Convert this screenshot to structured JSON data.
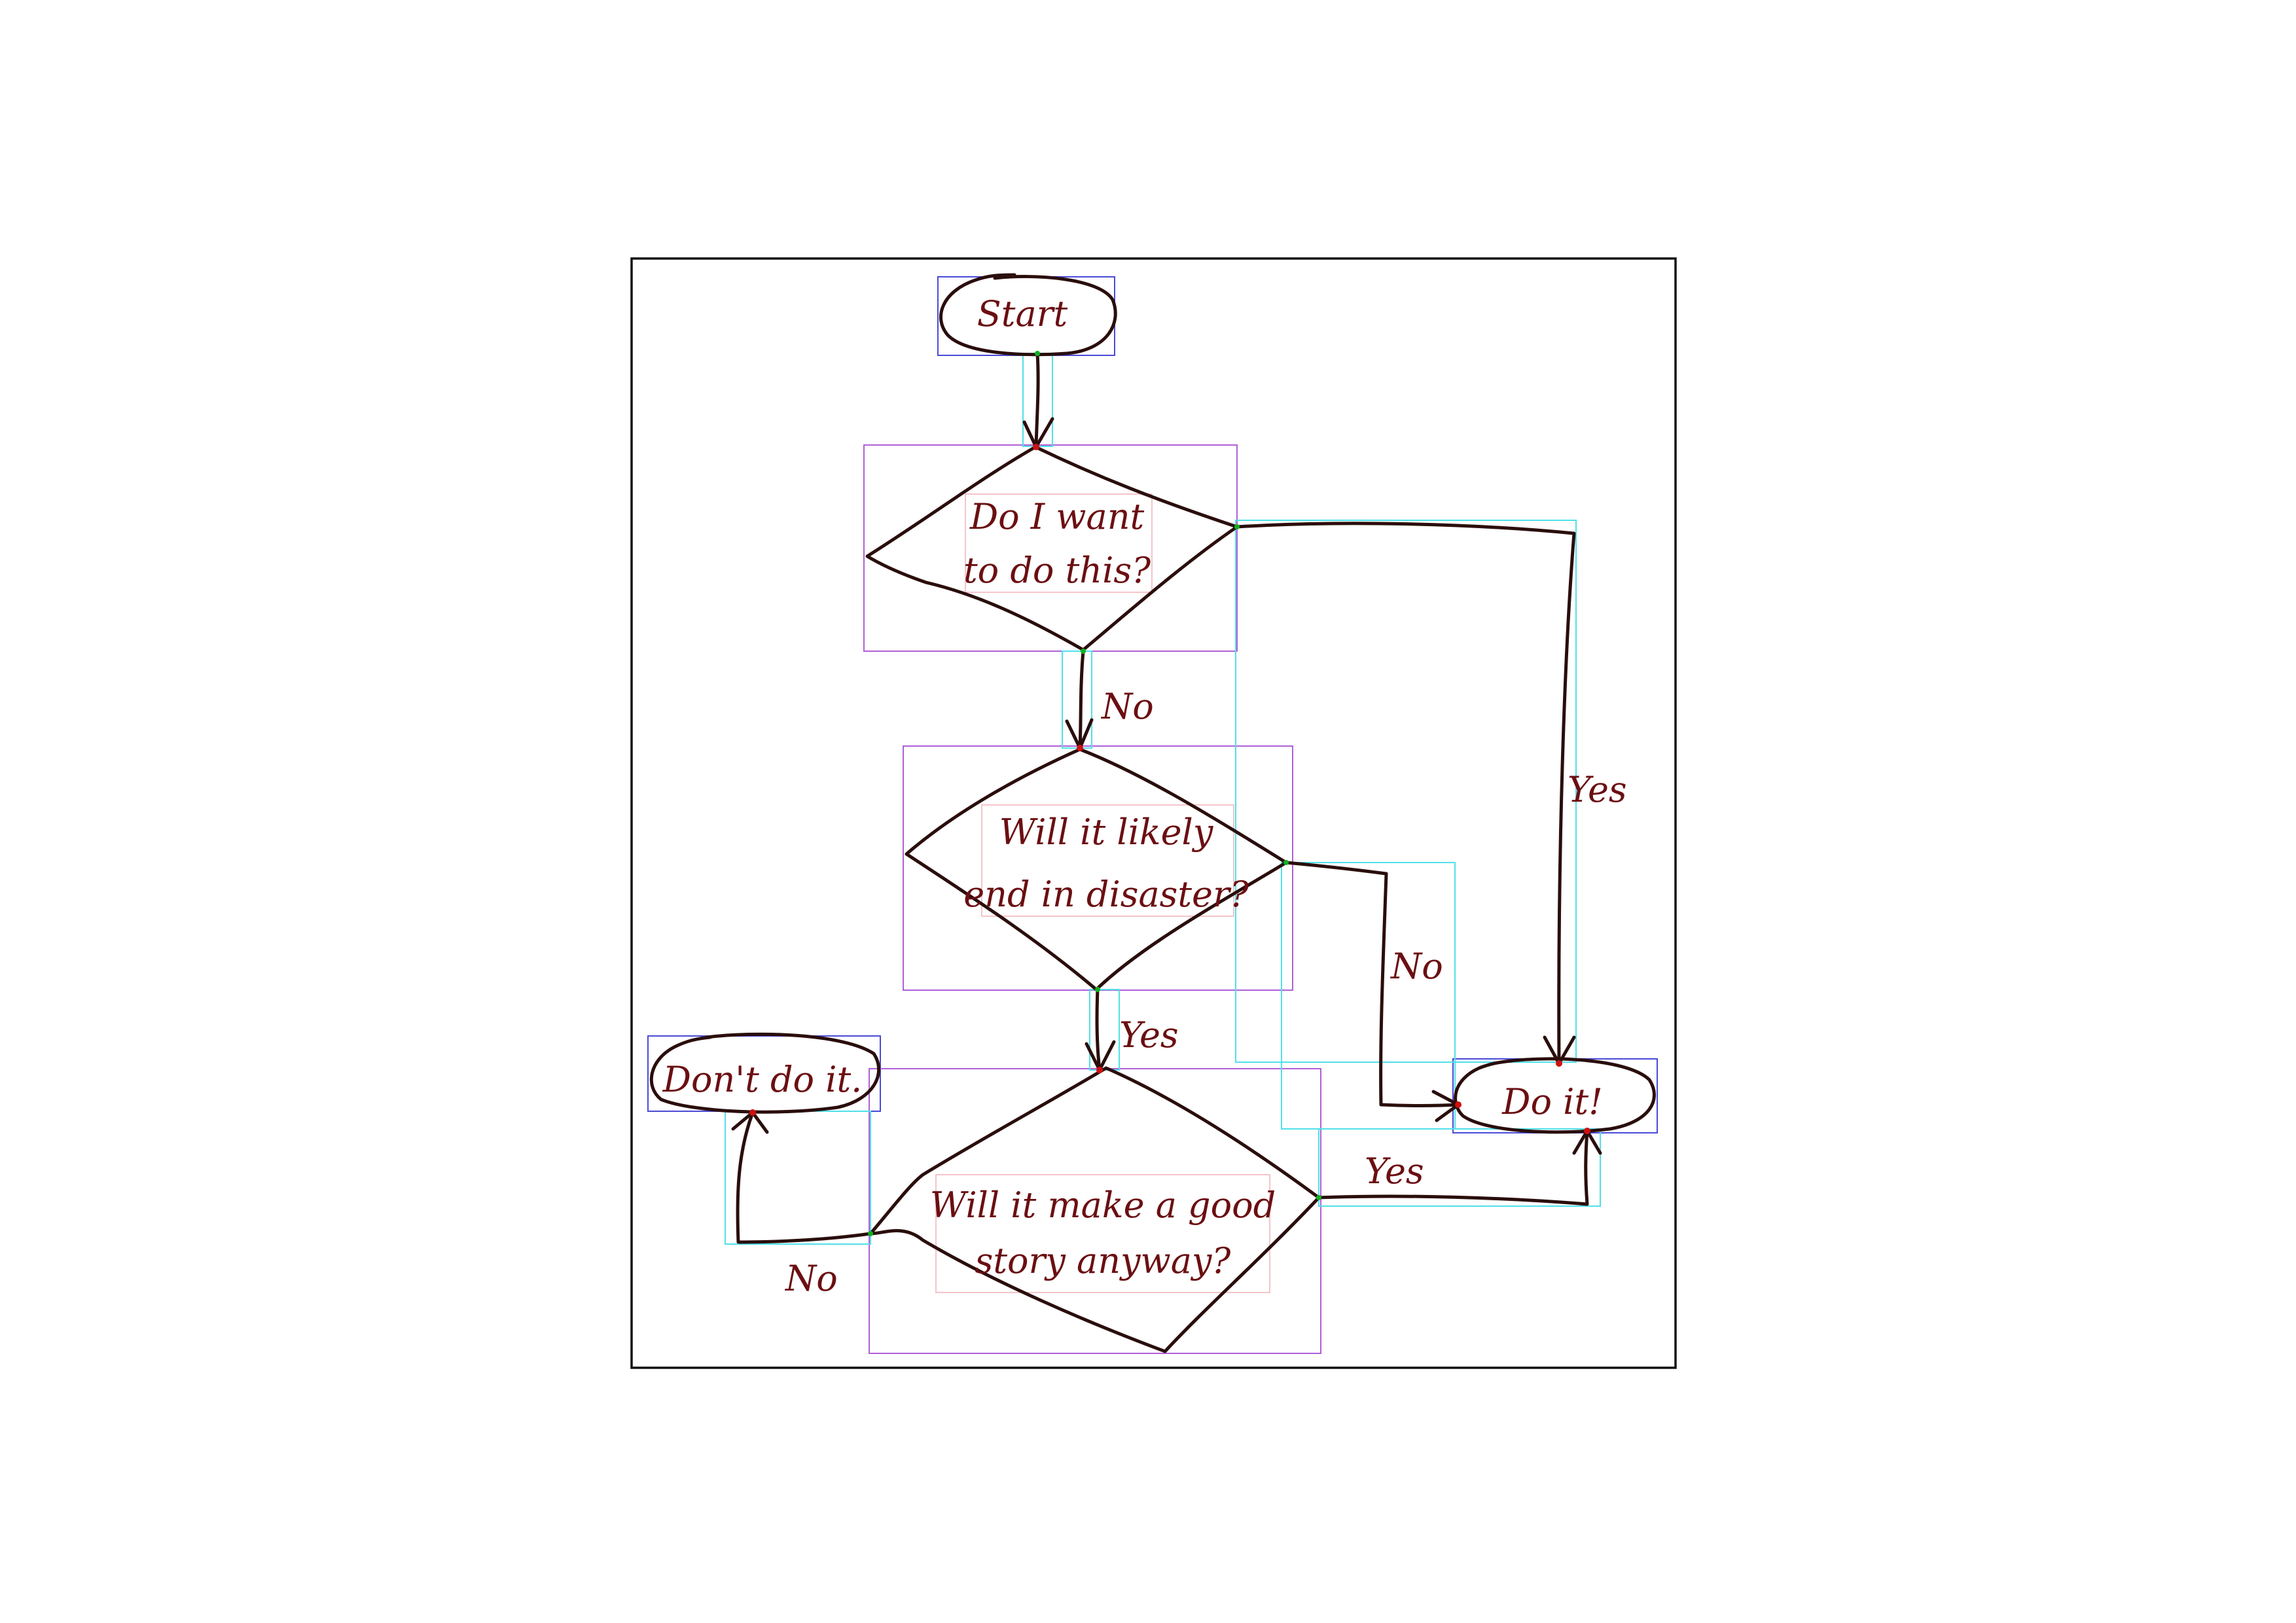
{
  "nodes": {
    "start": {
      "label": [
        "Start"
      ]
    },
    "q1": {
      "label": [
        "Do I want",
        "to do this?"
      ]
    },
    "q2": {
      "label": [
        "Will it likely",
        "end in disaster?"
      ]
    },
    "q3": {
      "label": [
        "Will it make a good",
        "story anyway?"
      ]
    },
    "dont": {
      "label": [
        "Don't do it."
      ]
    },
    "doit": {
      "label": [
        "Do it!"
      ]
    }
  },
  "edges": {
    "q1_no": "No",
    "q1_yes": "Yes",
    "q2_yes": "Yes",
    "q2_no": "No",
    "q3_yes": "Yes",
    "q3_no": "No"
  },
  "colors": {
    "ink": "#2a0e0c",
    "text": "#6b0f12",
    "node_box": "#4a4ad8",
    "decision_box": "#b060d8",
    "text_box": "#f0b0b8",
    "edge_box": "#50e0e8"
  }
}
